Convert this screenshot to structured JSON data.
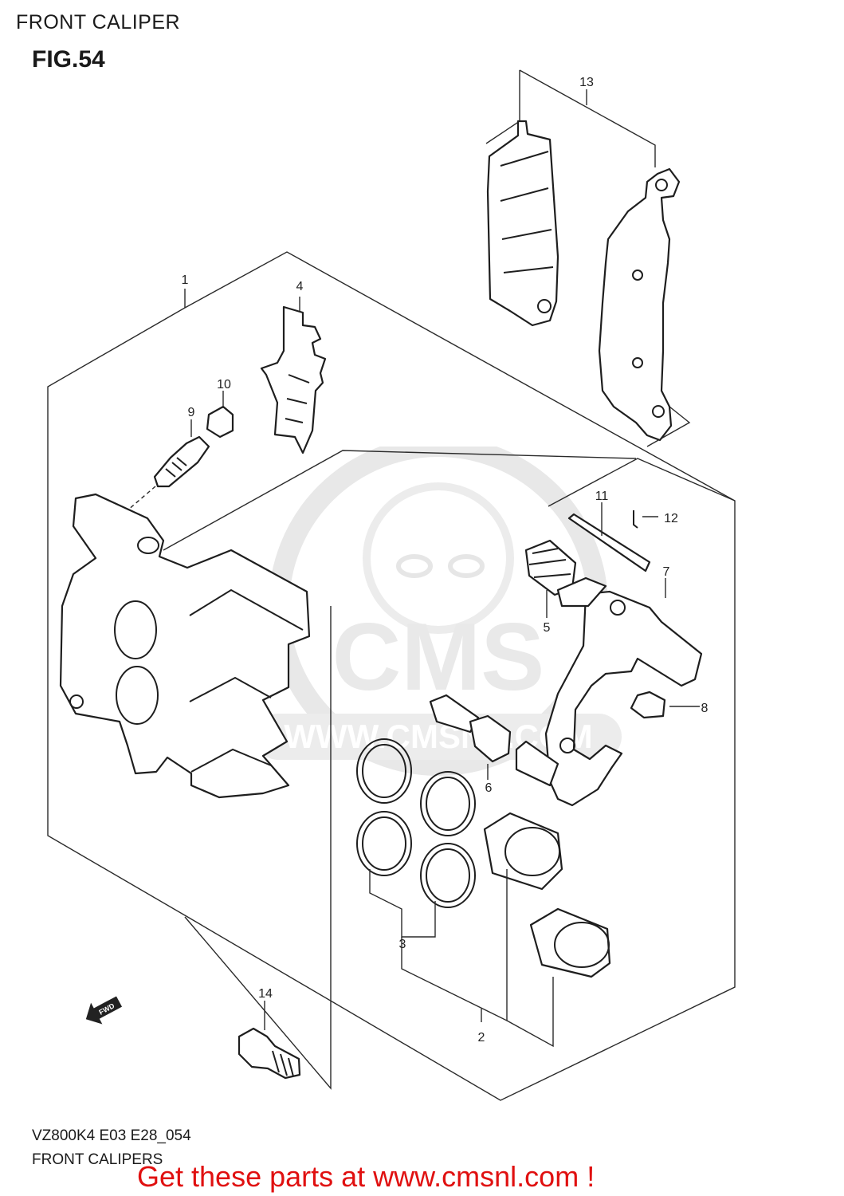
{
  "header": {
    "section_title": "FRONT CALIPER",
    "figure_number": "FIG.54"
  },
  "callouts": [
    "1",
    "2",
    "3",
    "4",
    "5",
    "6",
    "7",
    "8",
    "9",
    "10",
    "11",
    "12",
    "13",
    "14"
  ],
  "direction_arrow": {
    "label": "FWD",
    "icon": "forward-arrow-icon"
  },
  "footer": {
    "model_code": "VZ800K4 E03 E28_054",
    "caption": "FRONT CALIPERS",
    "promo_text": "Get these parts at www.cmsnl.com !"
  },
  "watermark": {
    "text": "CMS",
    "url": "WWW.CMSNL.COM"
  },
  "colors": {
    "promo": "#e01010",
    "linework": "#1e1e1e",
    "watermark": "#e6e6e6"
  }
}
